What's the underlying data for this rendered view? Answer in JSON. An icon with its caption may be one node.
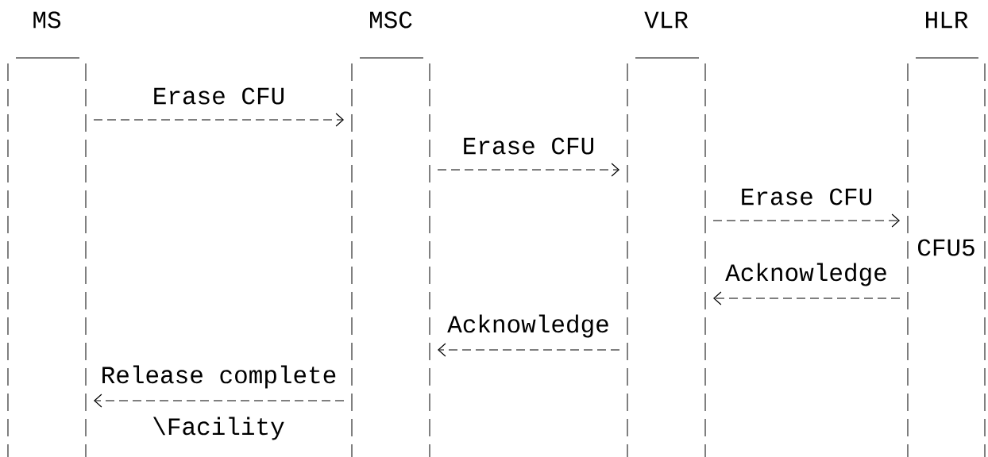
{
  "diagram": {
    "nodes": [
      {
        "text": [
          "MS"
        ]
      },
      {
        "text": [
          "MSC"
        ]
      },
      {
        "text": [
          "VLR"
        ]
      },
      {
        "text": [
          "HLR",
          "CFU5"
        ]
      }
    ],
    "edges": [
      {
        "from": 0,
        "to": 1,
        "arrow": "to",
        "label": "Erase CFU",
        "style": "dashed"
      },
      {
        "from": 1,
        "to": 2,
        "arrow": "to",
        "label": "Erase CFU",
        "style": "dashed"
      },
      {
        "from": 2,
        "to": 3,
        "arrow": "to",
        "label": "Erase CFU",
        "style": "dashed"
      },
      {
        "from": 3,
        "to": 2,
        "arrow": "to",
        "label": "Acknowledge",
        "style": "dashed"
      },
      {
        "from": 2,
        "to": 1,
        "arrow": "to",
        "label": "Acknowledge",
        "style": "dashed"
      },
      {
        "from": 1,
        "to": 0,
        "arrow": "to",
        "label": "Release complete",
        "style": "dashed"
      }
    ],
    "labels": [
      "\\Facility"
    ]
  }
}
